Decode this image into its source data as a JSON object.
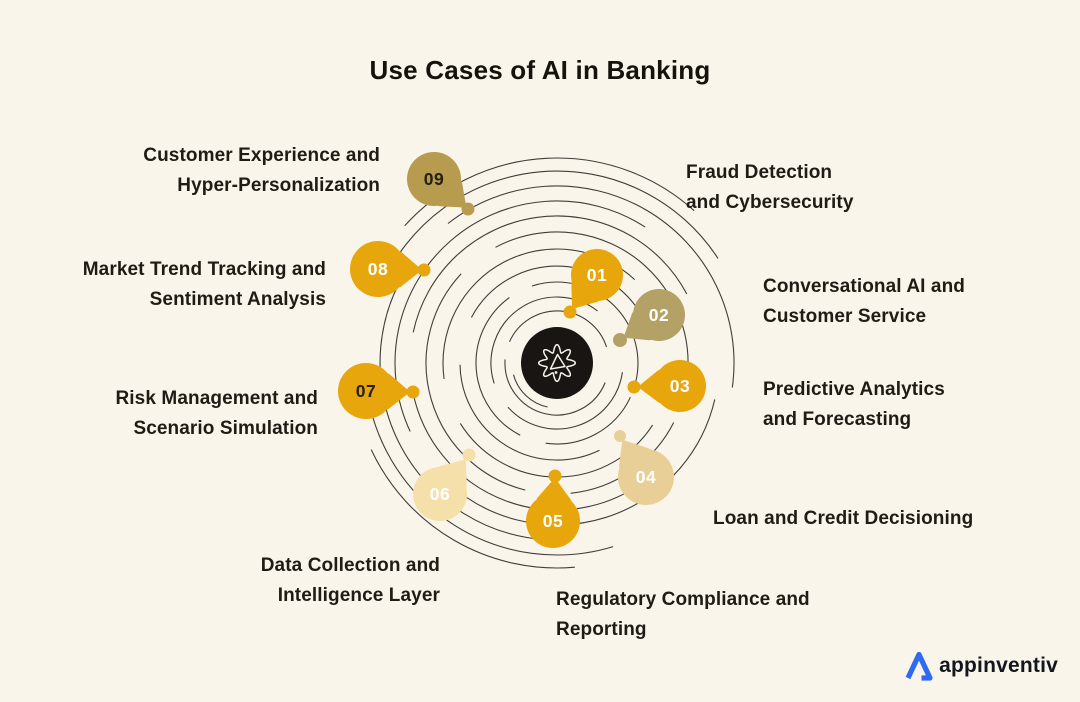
{
  "infographic": {
    "title": "Use Cases of AI in Banking",
    "background_color": "#FAF5EB",
    "line_color": "#2B2A27",
    "center_icon": "ai-gear-icon",
    "center_color": "#181512",
    "items": [
      {
        "number": "01",
        "label": "Fraud Detection\nand Cybersecurity",
        "color": "#E8A60D",
        "number_color": "#FFFFFF"
      },
      {
        "number": "02",
        "label": "Conversational AI and\nCustomer Service",
        "color": "#B3A166",
        "number_color": "#FFFFFF"
      },
      {
        "number": "03",
        "label": "Predictive Analytics\nand Forecasting",
        "color": "#E8A60D",
        "number_color": "#FFFFFF"
      },
      {
        "number": "04",
        "label": "Loan and Credit Decisioning",
        "color": "#E8CF97",
        "number_color": "#FFFFFF"
      },
      {
        "number": "05",
        "label": "Regulatory Compliance and\nReporting",
        "color": "#E8A60D",
        "number_color": "#FFFFFF"
      },
      {
        "number": "06",
        "label": "Data Collection and\nIntelligence Layer",
        "color": "#F6E0A9",
        "number_color": "#FFFFFF"
      },
      {
        "number": "07",
        "label": "Risk Management and\nScenario Simulation",
        "color": "#E8A60D",
        "number_color": "#262010"
      },
      {
        "number": "08",
        "label": "Market Trend Tracking and\nSentiment Analysis",
        "color": "#E8A60D",
        "number_color": "#FFFFFF"
      },
      {
        "number": "09",
        "label": "Customer Experience and\nHyper-Personalization",
        "color": "#B79B4F",
        "number_color": "#262010"
      }
    ],
    "logo": {
      "text": "appinventiv",
      "mark_color": "#2E6BF2"
    }
  }
}
